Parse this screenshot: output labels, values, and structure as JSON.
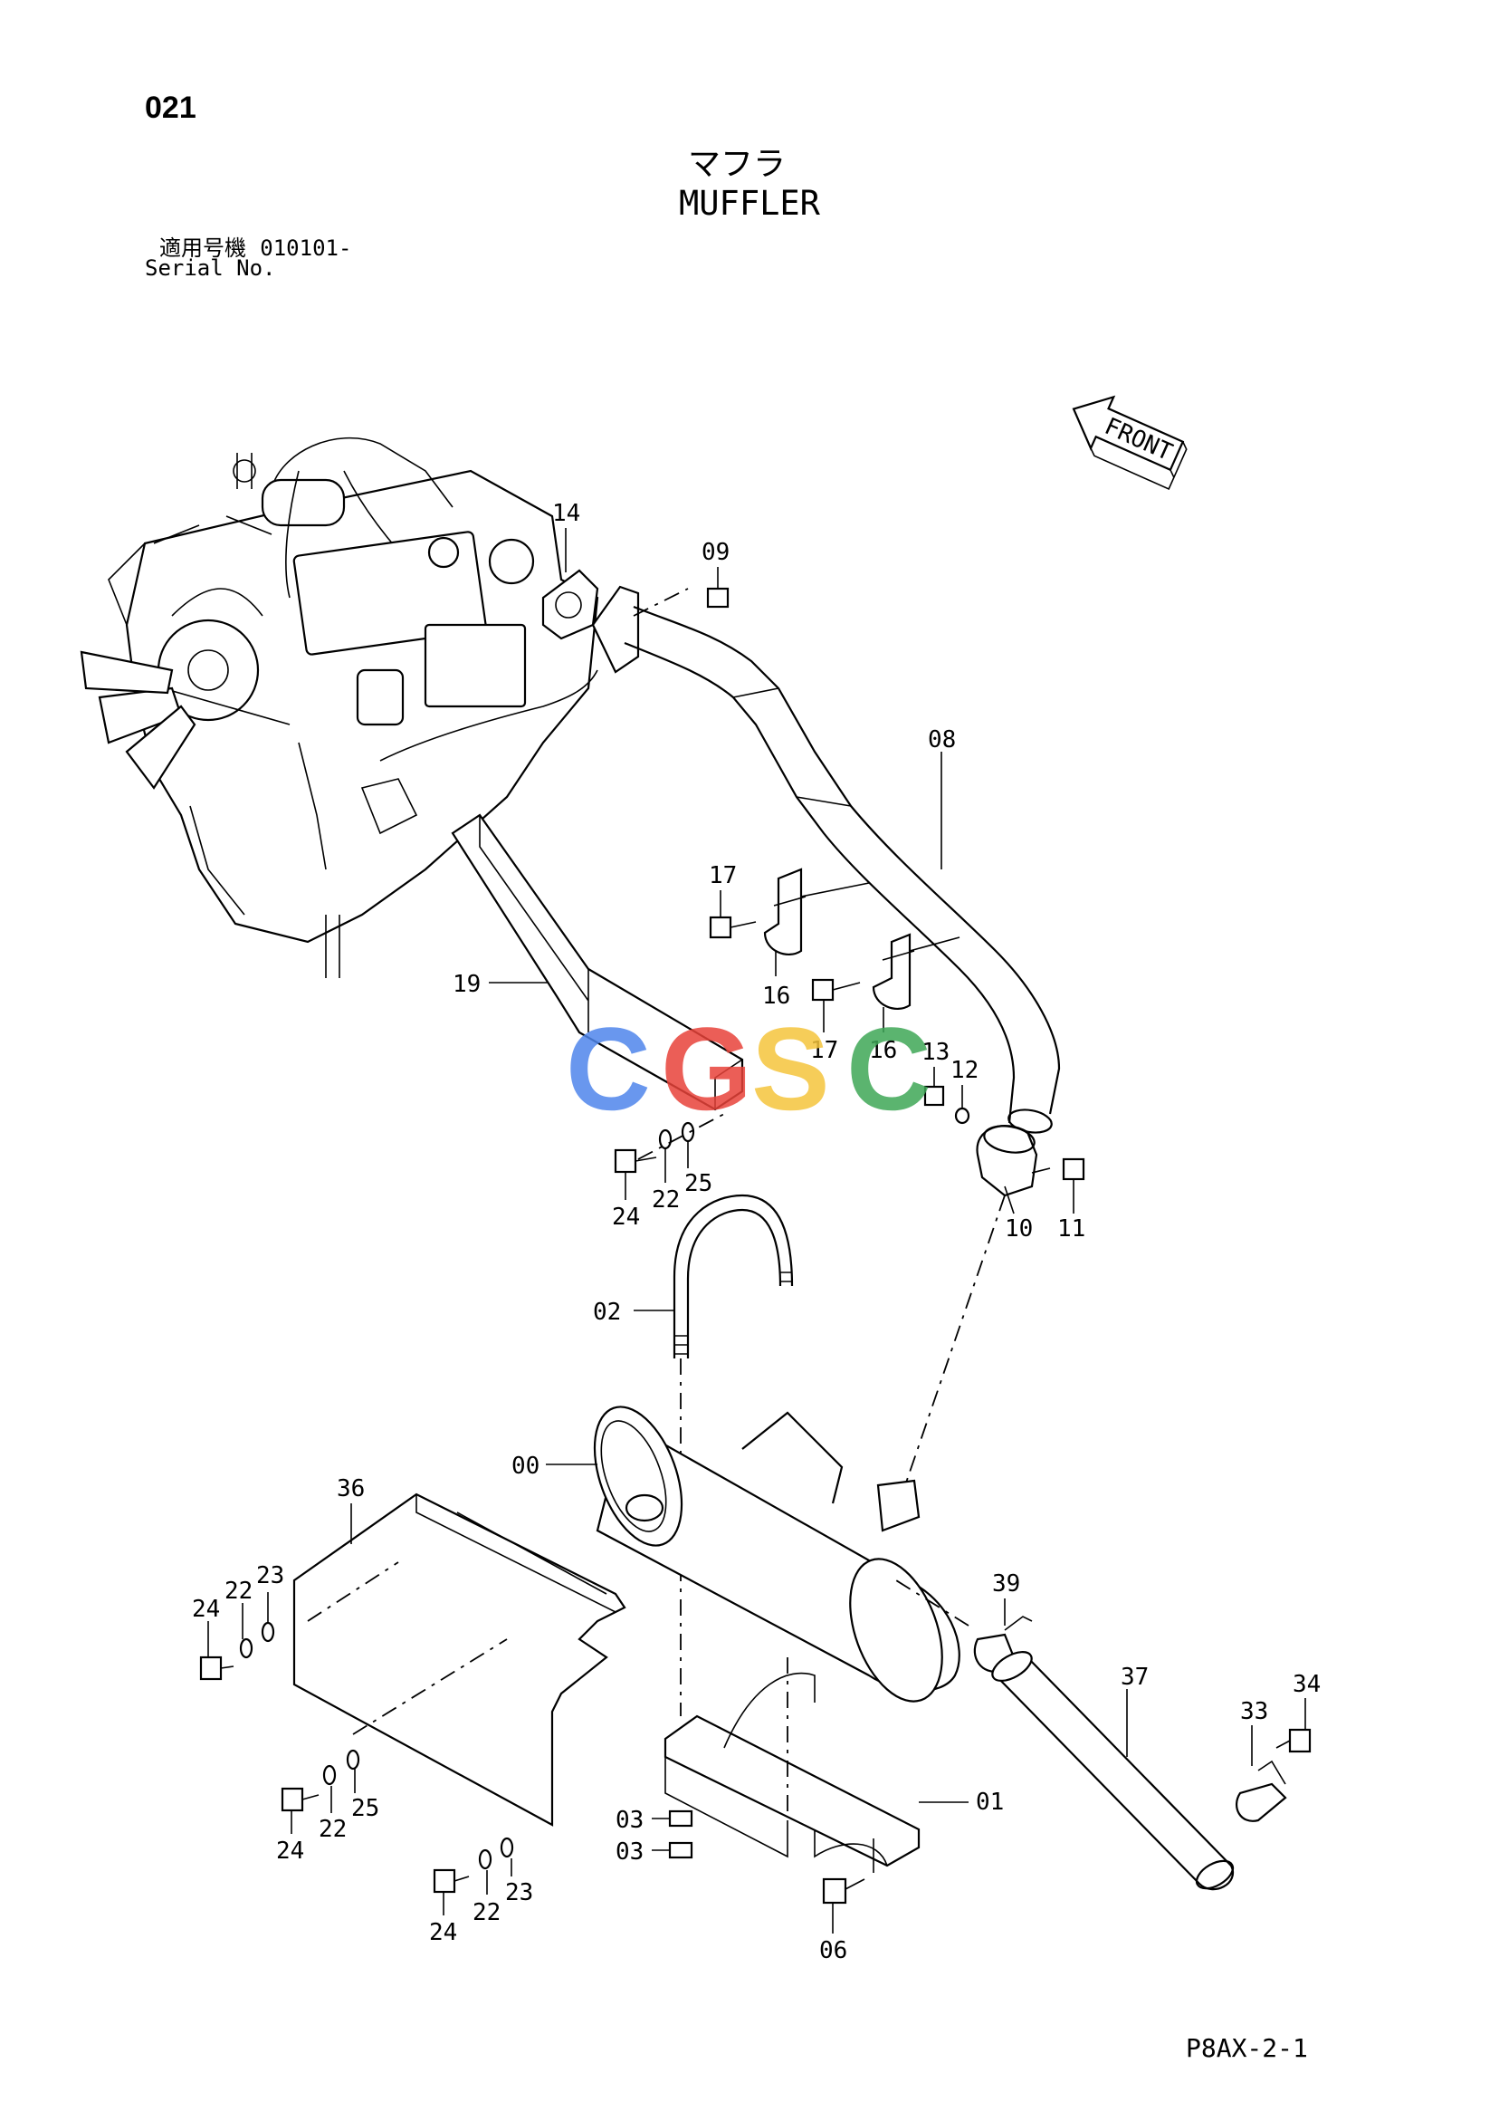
{
  "header": {
    "page_code": "021",
    "title_jp": "マフラ",
    "title_en": "MUFFLER",
    "serial_label_jp": "適用号機",
    "serial_range": "010101-",
    "serial_label_en": "Serial No."
  },
  "front_label": "FRONT",
  "watermark": {
    "letters": [
      "C",
      "G",
      "S",
      "C"
    ],
    "colors": [
      "#4f86ec",
      "#e8433a",
      "#f5c53d",
      "#3fa757"
    ]
  },
  "labels": {
    "p14": "14",
    "p09": "09",
    "p08": "08",
    "p17a": "17",
    "p16a": "16",
    "p19": "19",
    "p17b": "17",
    "p16b": "16",
    "p13": "13",
    "p12": "12",
    "p24a": "24",
    "p22a": "22",
    "p25a": "25",
    "p10": "10",
    "p11": "11",
    "p02": "02",
    "p00": "00",
    "p36": "36",
    "p39": "39",
    "p24b": "24",
    "p22b": "22",
    "p23a": "23",
    "p37": "37",
    "p34": "34",
    "p33": "33",
    "p24c": "24",
    "p22c": "22",
    "p25b": "25",
    "p03a": "03",
    "p03b": "03",
    "p01": "01",
    "p24d": "24",
    "p22d": "22",
    "p23b": "23",
    "p06": "06"
  },
  "drawing_ref": "P8AX-2-1"
}
